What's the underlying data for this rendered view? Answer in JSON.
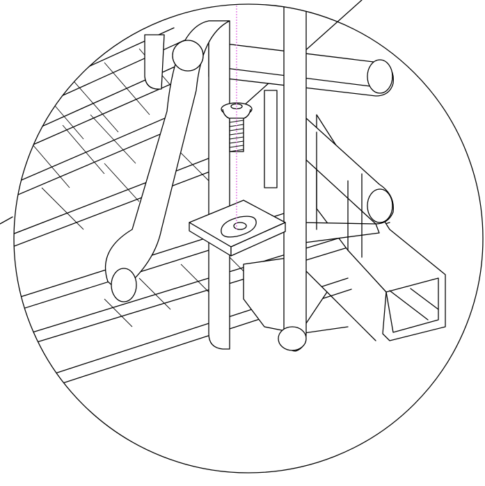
{
  "diagram": {
    "kind": "detail-view",
    "colors": {
      "line": "#000000",
      "background": "#ffffff",
      "axis_guide": "#e060e0"
    },
    "parts": [
      "detail-circle",
      "cable-tray-wire-mesh",
      "strut-channel",
      "clamp-plate",
      "screw",
      "leader-line"
    ]
  }
}
